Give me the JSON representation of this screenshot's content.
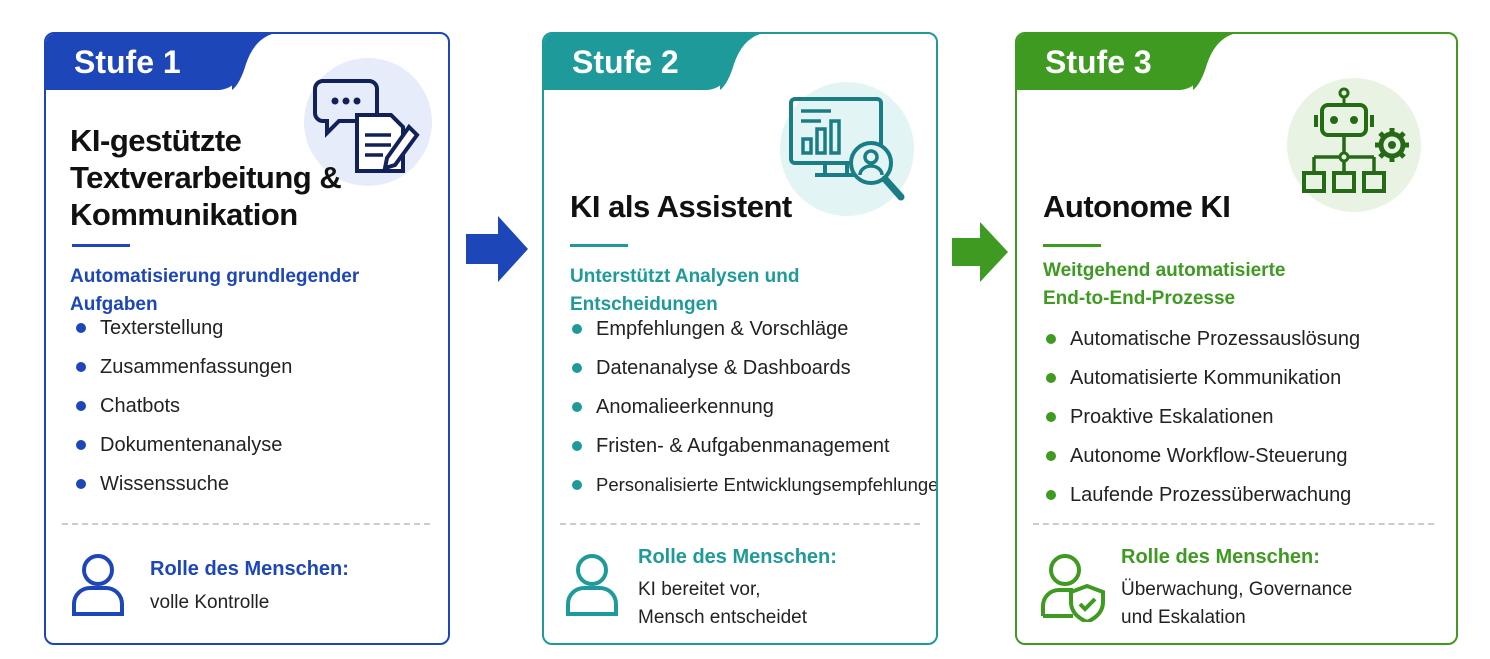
{
  "stages": [
    {
      "tab": "Stufe 1",
      "title": "KI-gestützte Textverarbeitung & Kommunikation",
      "subtitle": "Automatisierung grundlegender Aufgaben",
      "items": [
        "Texterstellung",
        "Zusammenfassungen",
        "Chatbots",
        "Dokumentenanalyse",
        "Wissenssuche"
      ],
      "role_label": "Rolle des Menschen:",
      "role_desc": "volle Kontrolle",
      "icon": "chat-document-icon",
      "color": "#1d46b8"
    },
    {
      "tab": "Stufe 2",
      "title": "KI als Assistent",
      "subtitle": "Unterstützt Analysen und Entscheidungen",
      "items": [
        "Empfehlungen & Vorschläge",
        "Datenanalyse & Dashboards",
        "Anomalieerkennung",
        "Fristen- & Aufgabenmanagement",
        "Personalisierte Entwicklungsempfehlungen"
      ],
      "role_label": "Rolle des Menschen:",
      "role_desc_1": "KI bereitet vor,",
      "role_desc_2": "Mensch entscheidet",
      "icon": "monitor-chart-search-icon",
      "color": "#1f9a9a"
    },
    {
      "tab": "Stufe 3",
      "title": "Autonome KI",
      "subtitle_1": "Weitgehend automatisierte",
      "subtitle_2": "End-to-End-Prozesse",
      "items": [
        "Automatische Prozessauslösung",
        "Automatisierte Kommunikation",
        "Proaktive Eskalationen",
        "Autonome Workflow-Steuerung",
        "Laufende Prozessüberwachung"
      ],
      "role_label": "Rolle des Menschen:",
      "role_desc_1": "Überwachung, Governance",
      "role_desc_2": "und Eskalation",
      "icon": "robot-workflow-gear-icon",
      "color": "#3f9a22"
    }
  ]
}
